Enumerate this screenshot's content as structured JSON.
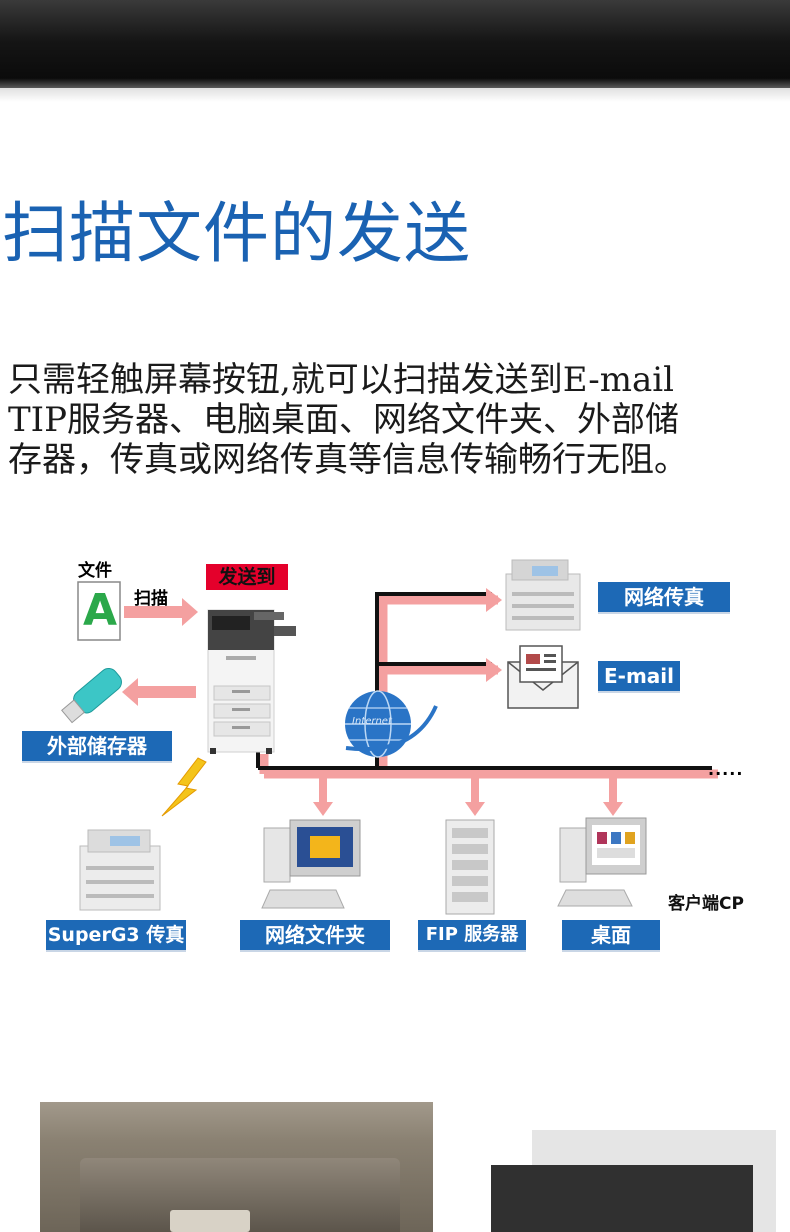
{
  "section": {
    "title": "扫描文件的发送",
    "description_lines": [
      "只需轻触屏幕按钮,就可以扫描发送到E-mail",
      "TIP服务器、电脑桌面、网络文件夹、外部储",
      "存器，传真或网络传真等信息传输畅行无阻。"
    ]
  },
  "diagram": {
    "document_label": "文件",
    "document_glyph": "A",
    "scan_label": "扫描",
    "send_to_label": "发送到",
    "internet_label": "Internet",
    "ellipsis": "·····",
    "client_label": "客户端CP",
    "destinations": {
      "network_fax": "网络传真",
      "email": "E-mail",
      "external_storage": "外部储存器",
      "superg3_fax": "SuperG3 传真",
      "network_folder": "网络文件夹",
      "fip_server": "FIP 服务器",
      "desktop": "桌面"
    },
    "colors": {
      "blue_label": "#1d69b6",
      "red_label": "#e4002b",
      "network_line": "#111111",
      "arrow_pink": "#f4a0a0"
    }
  }
}
